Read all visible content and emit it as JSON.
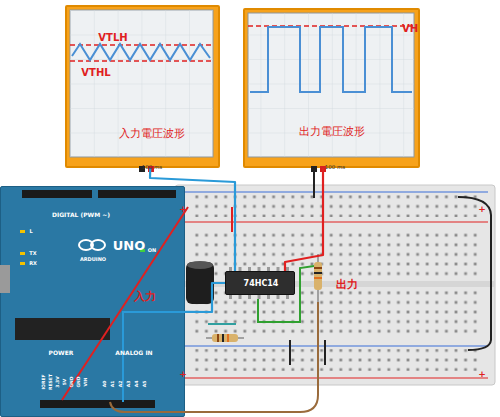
{
  "diagram": {
    "nodes": [
      {
        "text": [
          "入力電圧波形",
          "100 ms"
        ]
      },
      {
        "text": [
          "出力電圧波形",
          "100 ms"
        ]
      },
      {
        "text": [
          "DIGITAL (PWM ~)",
          "UNO",
          "ARDUINO",
          "POWER",
          "ANALOG IN"
        ]
      },
      {
        "text": [
          "74HC14"
        ]
      }
    ],
    "edges": [
      {
        "from": 0,
        "to": 3,
        "arrow": "none"
      },
      {
        "from": 1,
        "to": 3,
        "arrow": "none"
      },
      {
        "from": 2,
        "to": 3,
        "arrow": "none"
      }
    ],
    "labels": [
      "VTLH",
      "VTHL",
      "VH",
      "入力",
      "出力",
      "TX",
      "RX",
      "L",
      "ON",
      "IOREF",
      "RESET",
      "3.3V",
      "5V",
      "GND",
      "GND",
      "VIN",
      "A0",
      "A1",
      "A2",
      "A3",
      "A4",
      "A5",
      "+",
      "+",
      "+",
      "+"
    ]
  }
}
